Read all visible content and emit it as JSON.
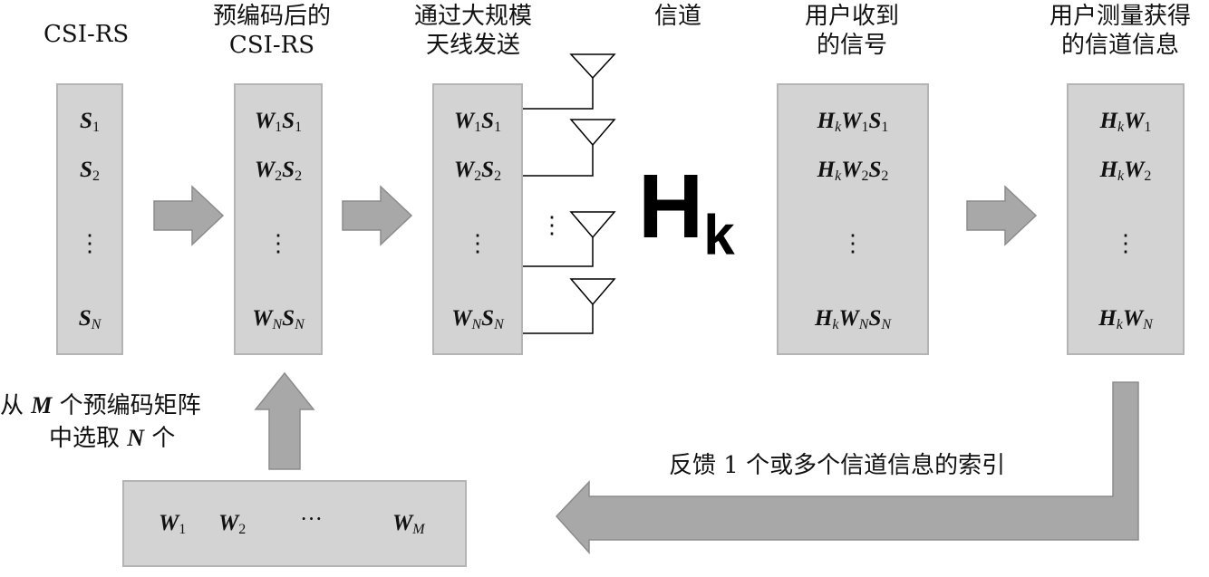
{
  "headers": {
    "csi_rs": "CSI-RS",
    "precoded_line1": "预编码后的",
    "precoded_line2": "CSI-RS",
    "tx_line1": "通过大规模",
    "tx_line2": "天线发送",
    "channel": "信道",
    "rx_line1": "用户收到",
    "rx_line2": "的信号",
    "measure_line1": "用户测量获得",
    "measure_line2": "的信道信息"
  },
  "symbols": {
    "S": "S",
    "W": "W",
    "H": "H",
    "sub_1": "1",
    "sub_2": "2",
    "sub_N": "N",
    "sub_M": "M",
    "sub_k": "k",
    "vdots": "⋮",
    "hdots": "···",
    "channel_letter": "H",
    "channel_sub": "k"
  },
  "select_note": {
    "line1_prefix": "从",
    "line1_var": "M",
    "line1_suffix": "个预编码矩阵",
    "line2_prefix": "中选取",
    "line2_var": "N",
    "line2_suffix": "个"
  },
  "feedback_label": "反馈 1 个或多个信道信息的索引",
  "colors": {
    "box_fill": "#d3d3d3",
    "box_border": "#b4b4b4",
    "arrow_fill": "#a8a8a8",
    "arrow_border": "#8c8c8c",
    "antenna_line": "#000000"
  },
  "icons": [
    "antenna-icon",
    "right-arrow-icon",
    "up-arrow-icon",
    "feedback-arrow-icon"
  ]
}
